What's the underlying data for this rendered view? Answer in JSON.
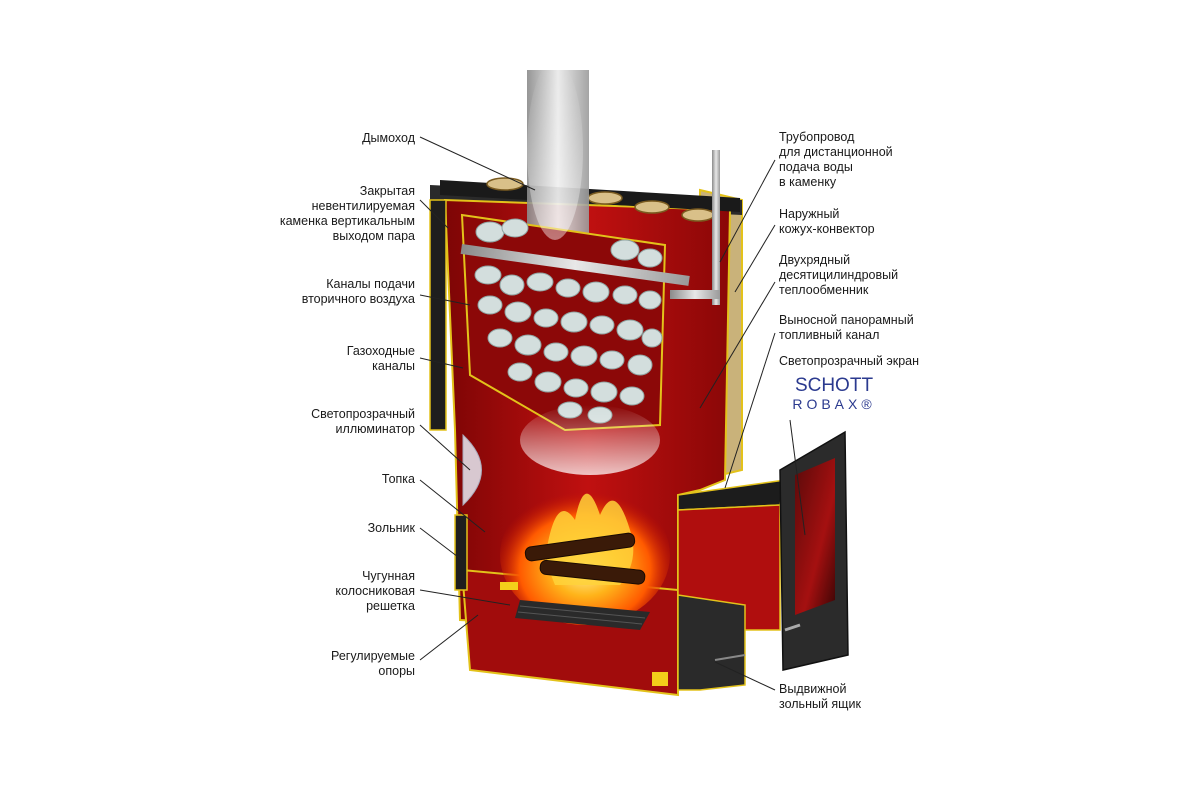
{
  "labels_left": [
    {
      "id": "chimney",
      "text": "Дымоход"
    },
    {
      "id": "closed-heater",
      "text": "Закрытая\nневентилируемая\nкаменка вертикальным\nвыходом пара"
    },
    {
      "id": "secondary-air",
      "text": "Каналы подачи\nвторичного воздуха"
    },
    {
      "id": "gas-channels",
      "text": "Газоходные\nканалы"
    },
    {
      "id": "illuminator",
      "text": "Светопрозрачный\nиллюминатор"
    },
    {
      "id": "firebox",
      "text": "Топка"
    },
    {
      "id": "ash-pit",
      "text": "Зольник"
    },
    {
      "id": "grate",
      "text": "Чугунная\nколосниковая\nрешетка"
    },
    {
      "id": "supports",
      "text": "Регулируемые\nопоры"
    }
  ],
  "labels_right": [
    {
      "id": "water-pipe",
      "text": "Трубопровод\nдля дистанционной\nподача воды\nв каменку"
    },
    {
      "id": "casing",
      "text": "Наружный\nкожух-конвектор"
    },
    {
      "id": "heat-exchanger",
      "text": "Двухрядный\nдесятицилиндровый\nтеплообменник"
    },
    {
      "id": "fuel-channel",
      "text": "Выносной панорамный\nтопливный канал"
    },
    {
      "id": "screen",
      "text": "Светопрозрачный экран"
    },
    {
      "id": "ash-drawer",
      "text": "Выдвижной\nзольный ящик"
    }
  ],
  "logo": {
    "line1": "SCHOTT",
    "line2": "ROBAX®"
  },
  "colors": {
    "firebox_red": "#b50f0f",
    "dark_red": "#6e0606",
    "outline_yellow": "#e3c21a",
    "casing_beige": "#c9b27a",
    "stone_gray": "#d6e0df",
    "steel": "#3a3a3a",
    "logo_blue": "#2b3a8f"
  }
}
